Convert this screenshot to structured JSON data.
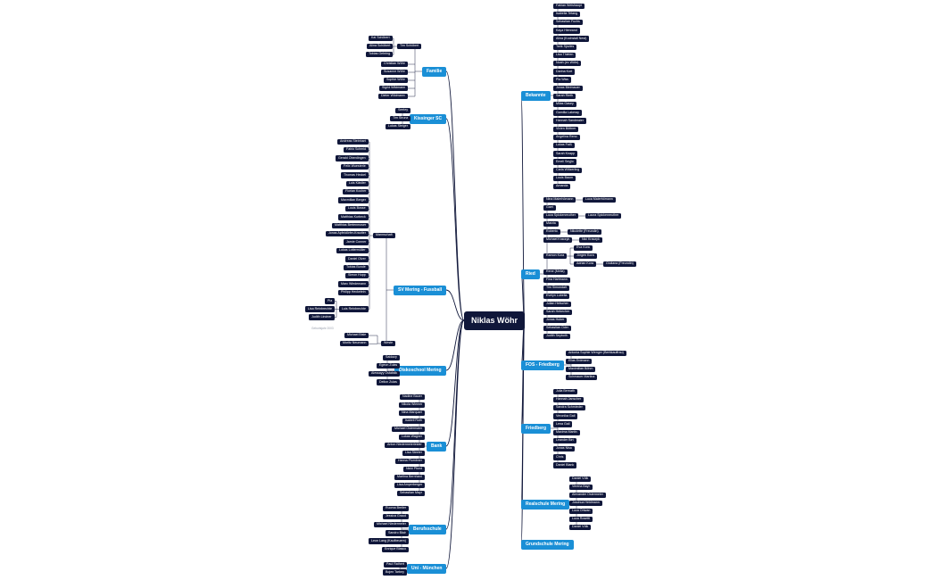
{
  "central": "Niklas Wöhr",
  "colors": {
    "central": "#10173a",
    "branch": "#1a8fd6",
    "leaf": "#10173a",
    "line": "#10173a"
  },
  "left_branches": [
    {
      "id": "familie",
      "label": "Familie",
      "groups": [
        {
          "label": "Tim Schöbert",
          "children": [
            "Kai Schöbert",
            "Alina Schöbert",
            "Tobias Gehring"
          ]
        },
        {
          "children": [
            "Christian Wöhr",
            "Susanne Wöhr",
            "Sophie Wöhr",
            "Sigrid Wildmann",
            "Dieter Wildmann"
          ]
        }
      ]
    },
    {
      "id": "kissinger",
      "label": "Kissinger SC",
      "groups": [
        {
          "children": [
            "Seeley",
            "Tim Strunz",
            "Lukas Steiger"
          ]
        }
      ]
    },
    {
      "id": "sv",
      "label": "SV Mering - Fussball",
      "groups": [
        {
          "label": "Mannschaft",
          "children": [
            "Andreas Steinhart",
            "Fabio Schmid",
            "Gerald Oberdingen",
            "Felix Wuesterle",
            "Thomas Heckel",
            "Luis Kästler",
            "Florian Kocher",
            "Maxmilian Berger",
            "Louis Bosse",
            "Matthias Kurbeck",
            "Matthias Bertenmoser",
            "Jonas Apfeldörfer-Krautter",
            "Jamie Conner",
            "Lukas Lottermüller",
            "Daniel Olver",
            "Tobias Bunde",
            "Simon Hupp",
            "Marc Wiedemann",
            "Philipp Heckelein",
            {
              "label": "Luis Reinbrechte",
              "children": [
                "Pia",
                "Lisa Reinbrechte",
                "Judith Lindner"
              ]
            }
          ]
        },
        {
          "label": "Weste",
          "children": [
            "Michael Bisle",
            "Moritz Neumann"
          ]
        }
      ],
      "note": "Geburtsjahr 2003"
    },
    {
      "id": "diskoschool",
      "label": "Diskoschool Mering",
      "groups": [
        {
          "children": [
            "Saidazy",
            "Egeon Zulas",
            "Alessayy Ostalstik",
            "Delion Zulas"
          ]
        }
      ]
    },
    {
      "id": "bank",
      "label": "Bank",
      "groups": [
        {
          "children": [
            "Nadine Bauer",
            "Nikola Wiemer",
            "Nina Marquart",
            "Isabell Roth",
            "Michael Ostermaier",
            "Lukas Wagner",
            "Anton Niedermeierleider",
            "Lisa Steeler",
            "Hanna Plumbner",
            "Nicki Pfund",
            "Martina Bernhard",
            "Lisa Amperberger",
            "Sebastian Mayr"
          ]
        }
      ]
    },
    {
      "id": "berufsschule",
      "label": "Berufsschule",
      "groups": [
        {
          "children": [
            "Ruoma Breiter",
            "Jessica Graud",
            "Michael Niedermeier",
            "Sandro Blair",
            "Leon Lang (Kaufbeuern)",
            "Enrique Blasco"
          ]
        }
      ]
    },
    {
      "id": "uni",
      "label": "Uni - München",
      "groups": [
        {
          "children": [
            "Paul Rathert",
            "Bojen Tarbey"
          ]
        }
      ]
    }
  ],
  "right_branches": [
    {
      "id": "bekannte",
      "label": "Bekannte",
      "children": [
        "Fabian Weishaupt",
        "Isabella Tetang",
        "Sebastian Fuchs",
        "Kaya Hienrand",
        "Alina (Kochstall Nest)",
        "Tarik Sjovles",
        "Lisa Thielen",
        "Noah (ex Wöhr)",
        "Darina Kort",
        "Pia Wiss",
        "Jonas Bleimauer",
        "Sarah Rieth",
        "Milas Gasey",
        "Gamilla Lakeray",
        "Hannah Sandmaier",
        "Vivien Böttner",
        "Angelina Reno",
        "Lukas Faiß",
        "Sarah Knapp",
        "Emeli Seyjio",
        "Carla Wiltzerling",
        "Louis Baum",
        "Amanda"
      ]
    },
    {
      "id": "ried",
      "label": "Ried",
      "children": [
        {
          "label": "Nina Maierhömann",
          "children": [
            "Luca Maierhömann"
          ]
        },
        "Gaet",
        {
          "label": "Luca Spickenreuther",
          "children": [
            "Laura Spickenreuther"
          ]
        },
        "Marzia",
        {
          "label": "Roberto",
          "children": [
            "Nikolette (Freundin)"
          ]
        },
        {
          "label": "Michael Kraczyk",
          "children": [
            "Nici Kraczyk"
          ]
        },
        {
          "label": "Ramon Kora",
          "children": [
            "Eva Kora",
            "Jürgen Kora",
            {
              "label": "Adrian Kora",
              "children": [
                "Giuliana (Freundin)"
              ]
            }
          ]
        },
        "Rene (Mella)",
        "Fina Hartmann",
        "Tim Simondalt",
        "Evelyn Lubella",
        "Julian Hetscher",
        "Sarah Hebecher",
        "Jonas Huber",
        "Sebastian Oder",
        "Judith Seyboth"
      ]
    },
    {
      "id": "fos",
      "label": "FOS - Friedberg",
      "children": [
        "Antonia Sophie Wenger (Berbkauffrau)",
        "Elias Erdmann",
        "Maximilian Böhm",
        "Schmauer Martina"
      ]
    },
    {
      "id": "friedberg",
      "label": "Friedberg",
      "children": [
        "Julia Bernath",
        "Hannah Janscher",
        "Sandra Schmieder",
        "Veronika Gail",
        "Lena Gail",
        "Maxima Martin",
        "Leander Birt",
        "Jonas Nisa",
        "Chris",
        "Daniel Blank"
      ]
    },
    {
      "id": "realschule",
      "label": "Realschule Mering",
      "children": [
        "Daniel Völk",
        "Verena Bayr",
        "Alexander Ostermeier",
        "Joschua Heldmann",
        "Luca Ortwan",
        "Luca Rosetti",
        "Daniel Völk"
      ]
    },
    {
      "id": "grundschule",
      "label": "Grundschule Mering",
      "children": []
    }
  ]
}
